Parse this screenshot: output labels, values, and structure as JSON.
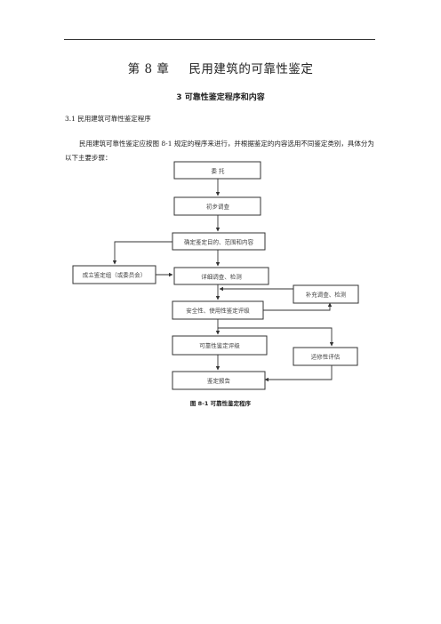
{
  "page": {
    "chapter_number": "第 8 章",
    "chapter_title": "民用建筑的可靠性鉴定",
    "section_title": "3  可靠性鉴定程序和内容",
    "subsection_title": "3.1  民用建筑可靠性鉴定程序",
    "paragraph": "民用建筑可靠性鉴定应按图 8-1 规定的程序来进行，并根据鉴定的内容选用不同鉴定类别，具体分为以下主要步骤：",
    "figure_caption": "图 8-1  可靠性鉴定程序"
  },
  "flowchart": {
    "nodes": {
      "commission": "委 托",
      "preliminary_survey": "初步调查",
      "determine_purpose": "确定鉴定目的、范围和内容",
      "form_team": "成立鉴定组（或委员会）",
      "detailed_survey": "详细调查、检测",
      "supplementary_survey": "补充调查、检测",
      "safety_usability_rating": "安全性、使用性鉴定评级",
      "reliability_rating": "可靠性鉴定评级",
      "adaptability_assessment": "适修性评估",
      "report": "鉴定报告"
    }
  }
}
